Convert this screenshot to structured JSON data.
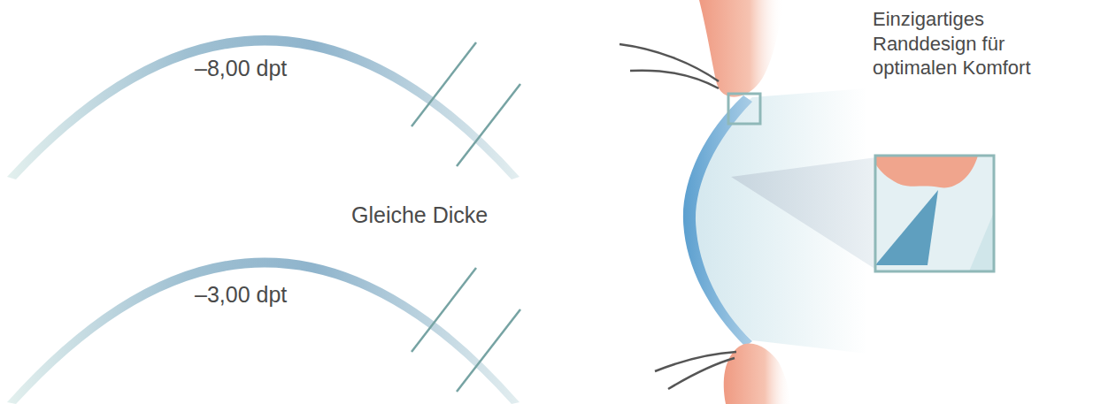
{
  "diagram": {
    "labels": [
      "–8,00 dpt",
      "Gleiche Dicke",
      "–3,00 dpt",
      "Einzigartiges Randdesign für optimalen Komfort"
    ]
  }
}
